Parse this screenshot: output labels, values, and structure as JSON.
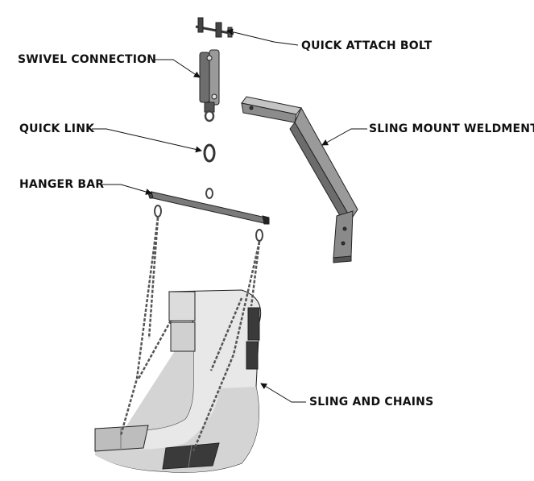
{
  "labels": {
    "quick_attach_bolt": "QUICK ATTACH BOLT",
    "swivel_connection": "SWIVEL CONNECTION",
    "quick_link": "QUICK LINK",
    "sling_mount_weldment": "SLING MOUNT WELDMENT",
    "hanger_bar": "HANGER BAR",
    "sling_and_chains": "SLING AND CHAINS"
  },
  "colors": {
    "outline": "#222222",
    "metal_dark": "#5a5a5a",
    "metal_mid": "#8c8c8c",
    "metal_light": "#c4c4c4",
    "sling_light": "#e8e8e8",
    "sling_shade": "#bdbdbd",
    "pad_dark": "#3a3a3a"
  }
}
